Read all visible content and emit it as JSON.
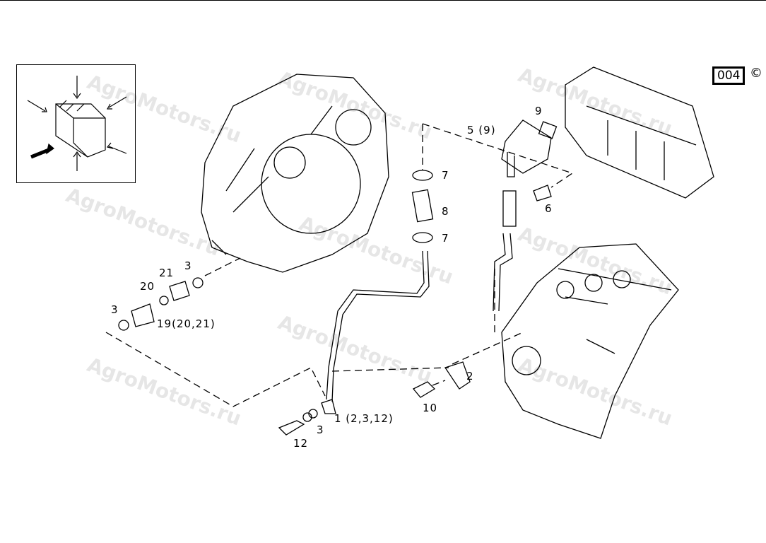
{
  "watermark": "AgroMotors.ru",
  "page_code": "004",
  "copyright_symbol": "©",
  "labels": {
    "p9": "9",
    "p5": "5 (9)",
    "p7a": "7",
    "p8": "8",
    "p7b": "7",
    "p6": "6",
    "p21": "21",
    "p3a": "3",
    "p20": "20",
    "p3b": "3",
    "p19": "19(20,21)",
    "p2": "2",
    "p10": "10",
    "p1": "1 (2,3,12)",
    "p3c": "3",
    "p12": "12"
  }
}
